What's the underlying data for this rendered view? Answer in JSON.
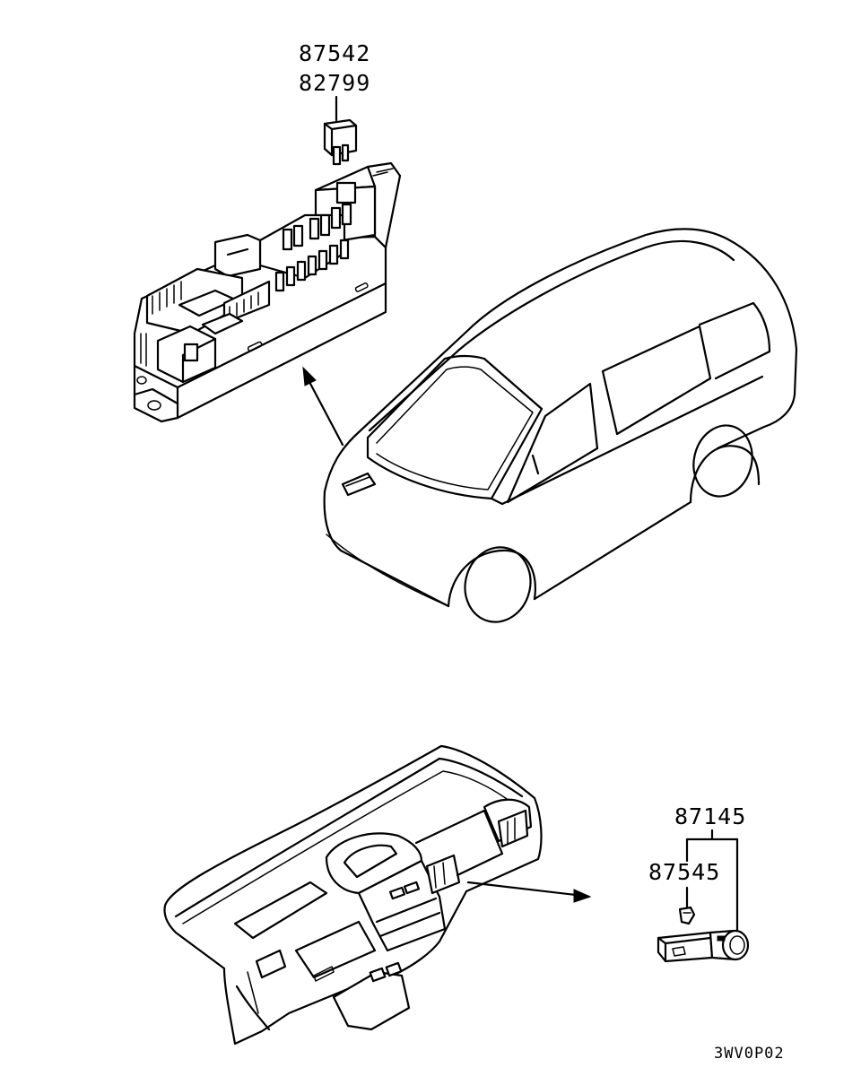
{
  "callouts": {
    "relay_part_1": "87542",
    "relay_part_2": "82799",
    "switch_assembly_part": "87145",
    "switch_sub_part": "87545"
  },
  "diagram_code": "3WV0P02",
  "icons": [
    "relay-icon",
    "junction-block-icon",
    "van-icon",
    "dashboard-icon",
    "switch-icon",
    "clip-icon"
  ]
}
